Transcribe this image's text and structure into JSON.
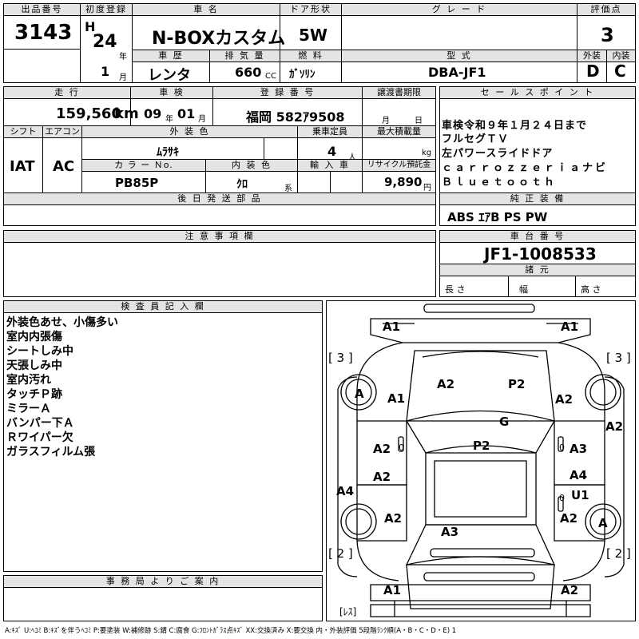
{
  "row1": {
    "lot_label": "出品番号",
    "lot_no": "3143",
    "first_reg_label": "初度登録",
    "era": "H",
    "year": "24",
    "year_unit": "年",
    "month": "1",
    "month_unit": "月",
    "name_label": "車 名",
    "name": "N-BOXカスタム",
    "history_label": "車 歴",
    "history": "レンタ",
    "displacement_label": "排 気 量",
    "displacement": "660",
    "cc": "CC",
    "door_label": "ドア形状",
    "door": "5W",
    "fuel_label": "燃 料",
    "fuel": "ｶﾞｿﾘﾝ",
    "grade_label": "グ レ ー ド",
    "grade": "",
    "model_label": "型 式",
    "model": "DBA-JF1",
    "score_label": "評価点",
    "score": "3",
    "ext_label": "外装",
    "ext": "D",
    "int_label": "内装",
    "int": "C"
  },
  "row2": {
    "mileage_label": "走 行",
    "mileage": "159,560",
    "km": "km",
    "inspection_label": "車 検",
    "insp_year": "09",
    "insp_year_unit": "年",
    "insp_month": "01",
    "insp_month_unit": "月",
    "reg_label": "登 録 番 号",
    "reg_no": "福岡 582ｱ9508",
    "transfer_label": "譲渡書期限",
    "transfer_month_unit": "月",
    "transfer_day_unit": "日",
    "shift_label": "シフト",
    "shift": "IAT",
    "ac_label": "エアコン",
    "ac": "AC",
    "color_label": "外 装 色",
    "color": "ﾑﾗｻｷ",
    "seats_label": "乗車定員",
    "seats": "4",
    "seats_unit": "人",
    "load_label": "最大積載量",
    "load_unit": "kg",
    "color_no_label": "カ ラ ー Ｎo.",
    "color_no": "PB85P",
    "int_color_label": "内 装 色",
    "int_color": "ｸﾛ",
    "int_color_unit": "系",
    "import_label": "輸 入 車",
    "recycle_label": "リサイクル預託金",
    "recycle": "9,890",
    "recycle_unit": "円",
    "sales_label": "セ ー ル ス ポ イ ン ト",
    "sales_points": [
      "車検令和９年１月２４日まで",
      "フルセグＴＶ",
      "左パワースライドドア",
      "ｃａｒｒｏｚｚｅｒｉａナビ",
      "Ｂｌｕｅｔｏｏｔｈ"
    ]
  },
  "later_label": "後 日 発 送 部 品",
  "equip_label": "純 正 装 備",
  "equip": "ABS ｴｱB PS PW",
  "caution_label": "注 意 事 項 欄",
  "chassis_label": "車 台 番 号",
  "chassis": "JF1-1008533",
  "spec_label": "諸 元",
  "length_label": "長 さ",
  "width_label": "幅",
  "height_label": "高 さ",
  "inspector_label": "検 査 員 記 入 欄",
  "inspector_notes": [
    "外装色あせ、小傷多い",
    "室内内張傷",
    "シートしみ中",
    "天張しみ中",
    "室内汚れ",
    "タッチＰ跡",
    "ミラーＡ",
    "バンパー下Ａ",
    "Ｒワイパー欠",
    "ガラスフィルム張"
  ],
  "office_label": "事 務 局 よ り ご 案 内",
  "legend": "A:ｷｽﾞ U:ﾍｺﾐ B:ｷｽﾞを伴うﾍｺﾐ P:要塗装 W:補修跡 S:錆 C:腐食 G:ﾌﾛﾝﾄｶﾞﾗｽ点ｷｽﾞ XX:交換済み X:要交換 内・外装評価 5段階ﾗﾝｸ順(A・B・C・D・E) 1",
  "diagram": {
    "a1_tl": "A1",
    "a1_tr": "A1",
    "b3_l": "[ 3 ]",
    "b3_r": "[ 3 ]",
    "tire_fl": "A",
    "a1_fl": "A1",
    "a2_hood_l": "A2",
    "p2_hood": "P2",
    "a2_fender_r": "A2",
    "a2_right": "A2",
    "g_glass": "G",
    "p2_roof": "P2",
    "a2_door_l": "A2",
    "zero_l1": "0",
    "zero_r1": "0",
    "a3_door_r": "A3",
    "a2_rdoor_l": "A2",
    "a4_rdoor_r": "A4",
    "u1": "U1",
    "a4_left": "A4",
    "zero_r2": "0",
    "a2_rq_l": "A2",
    "a2_rq_r": "A2",
    "tire_rr": "A",
    "a3_trunk": "A3",
    "b2_l": "[ 2 ]",
    "b2_r": "[ 2 ]",
    "a1_bl": "A1",
    "a2_br": "A2",
    "res": "[ﾚｽ]"
  }
}
